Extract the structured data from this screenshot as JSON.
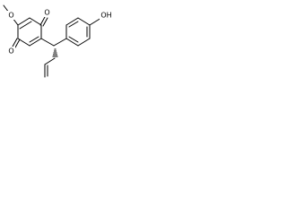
{
  "structure": {
    "atoms": {
      "methoxy_o": "O",
      "top_carbonyl_o": "O",
      "bottom_carbonyl_o": "O",
      "hydroxyl": "OH"
    }
  },
  "colors": {
    "bond": "#000000",
    "label": "#000000",
    "background": "#ffffff"
  }
}
